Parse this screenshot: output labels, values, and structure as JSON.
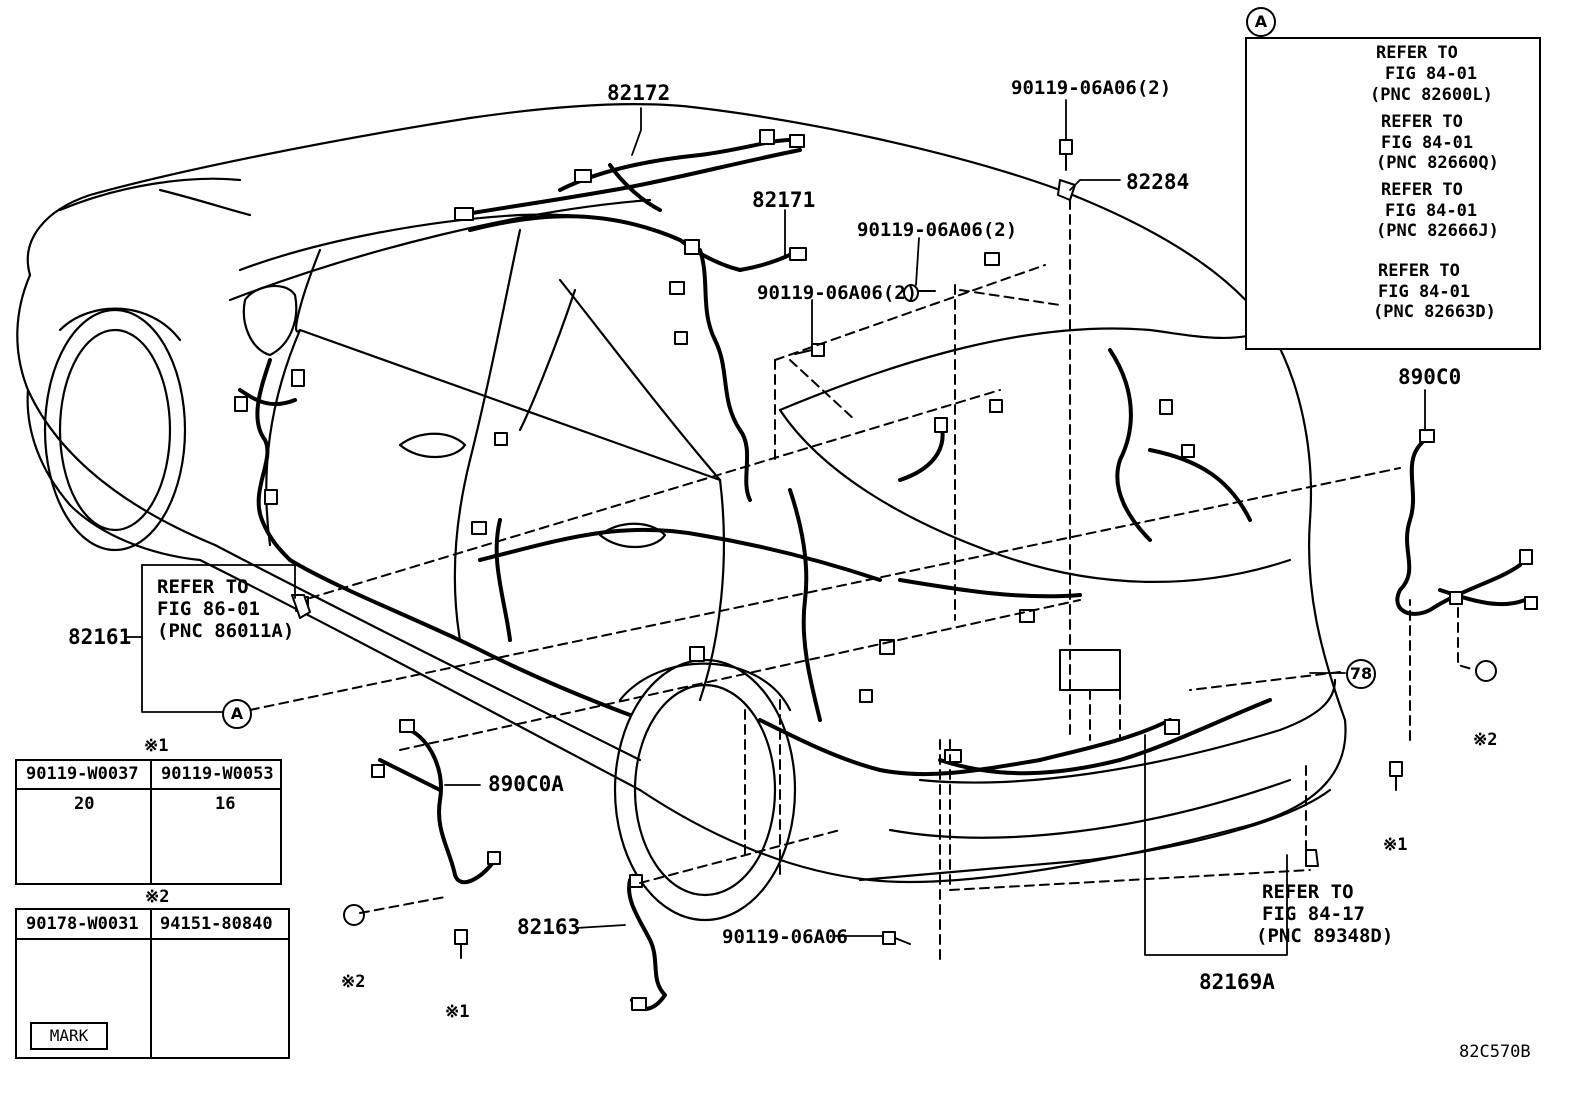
{
  "diagram_id": "82C570B",
  "part_numbers": {
    "p82172": "82172",
    "p82171": "82171",
    "p82284": "82284",
    "p82161": "82161",
    "p890C0": "890C0",
    "p890C0A": "890C0A",
    "p82163": "82163",
    "p82169A": "82169A",
    "bolt_top": "90119-06A06(2)",
    "bolt_mid": "90119-06A06(2)",
    "bolt_left": "90119-06A06(2)",
    "bolt_bottom": "90119-06A06"
  },
  "refer_notes": {
    "fig86": {
      "line1": "REFER TO",
      "line2": "FIG 86-01",
      "line3": "(PNC 86011A)"
    },
    "fig84_17": {
      "line1": "REFER TO",
      "line2": "FIG 84-17",
      "line3": "(PNC 89348D)"
    }
  },
  "inset_a": {
    "marker": "A",
    "entries": [
      {
        "line1": "REFER TO",
        "line2": "FIG 84-01",
        "line3": "(PNC 82600L)"
      },
      {
        "line1": "REFER TO",
        "line2": "FIG 84-01",
        "line3": "(PNC 82660Q)"
      },
      {
        "line1": "REFER TO",
        "line2": "FIG 84-01",
        "line3": "(PNC 82666J)"
      },
      {
        "line1": "REFER TO",
        "line2": "FIG 84-01",
        "line3": "(PNC 82663D)"
      }
    ]
  },
  "markers": {
    "a_bottom": "A",
    "ref78": "78",
    "note1": "※1",
    "note2": "※2"
  },
  "fastener_tables": {
    "table1": {
      "title": "※1",
      "col1": "90119-W0037",
      "col2": "90119-W0053",
      "dim1": "20",
      "dim2": "16"
    },
    "table2": {
      "title": "※2",
      "col1": "90178-W0031",
      "col2": "94151-80840",
      "mark": "MARK"
    }
  }
}
